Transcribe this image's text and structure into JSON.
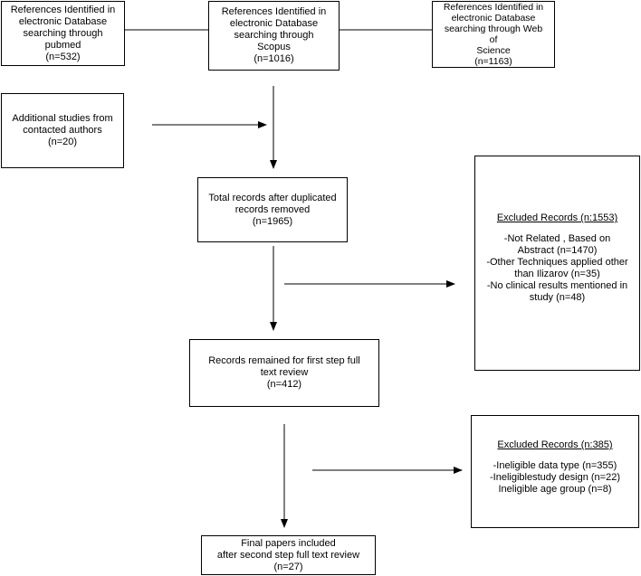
{
  "pubmed": {
    "lines": [
      "References Identified in",
      "electronic Database",
      "searching through",
      "pubmed",
      "(n=532)"
    ]
  },
  "scopus": {
    "lines": [
      "References Identified in",
      "electronic Database",
      "searching through",
      "Scopus",
      "(n=1016)"
    ]
  },
  "wos": {
    "lines": [
      "References Identified in",
      "electronic Database",
      "searching through Web",
      "of",
      "Science",
      "(n=1163)"
    ]
  },
  "additional": {
    "lines": [
      "Additional studies from",
      "contacted authors",
      "(n=20)"
    ]
  },
  "total": {
    "lines": [
      "Total records after duplicated",
      "records removed",
      "(n=1965)"
    ]
  },
  "excluded1": {
    "title": "Excluded Records (n:1553)",
    "lines": [
      "-Not Related , Based on",
      "Abstract (n=1470)",
      "-Other Techniques applied other",
      "than Ilizarov (n=35)",
      "-No clinical results mentioned in",
      "study (n=48)"
    ]
  },
  "remained": {
    "lines": [
      "Records remained for first step full",
      "text review",
      "(n=412)"
    ]
  },
  "excluded2": {
    "title": "Excluded Records (n:385)",
    "lines": [
      "-Ineligible data type (n=355)",
      "-Ineligiblestudy design (n=22)",
      "Ineligible age group (n=8)"
    ]
  },
  "final": {
    "lines": [
      "Final papers included",
      "after second step full text review",
      "(n=27)"
    ]
  }
}
